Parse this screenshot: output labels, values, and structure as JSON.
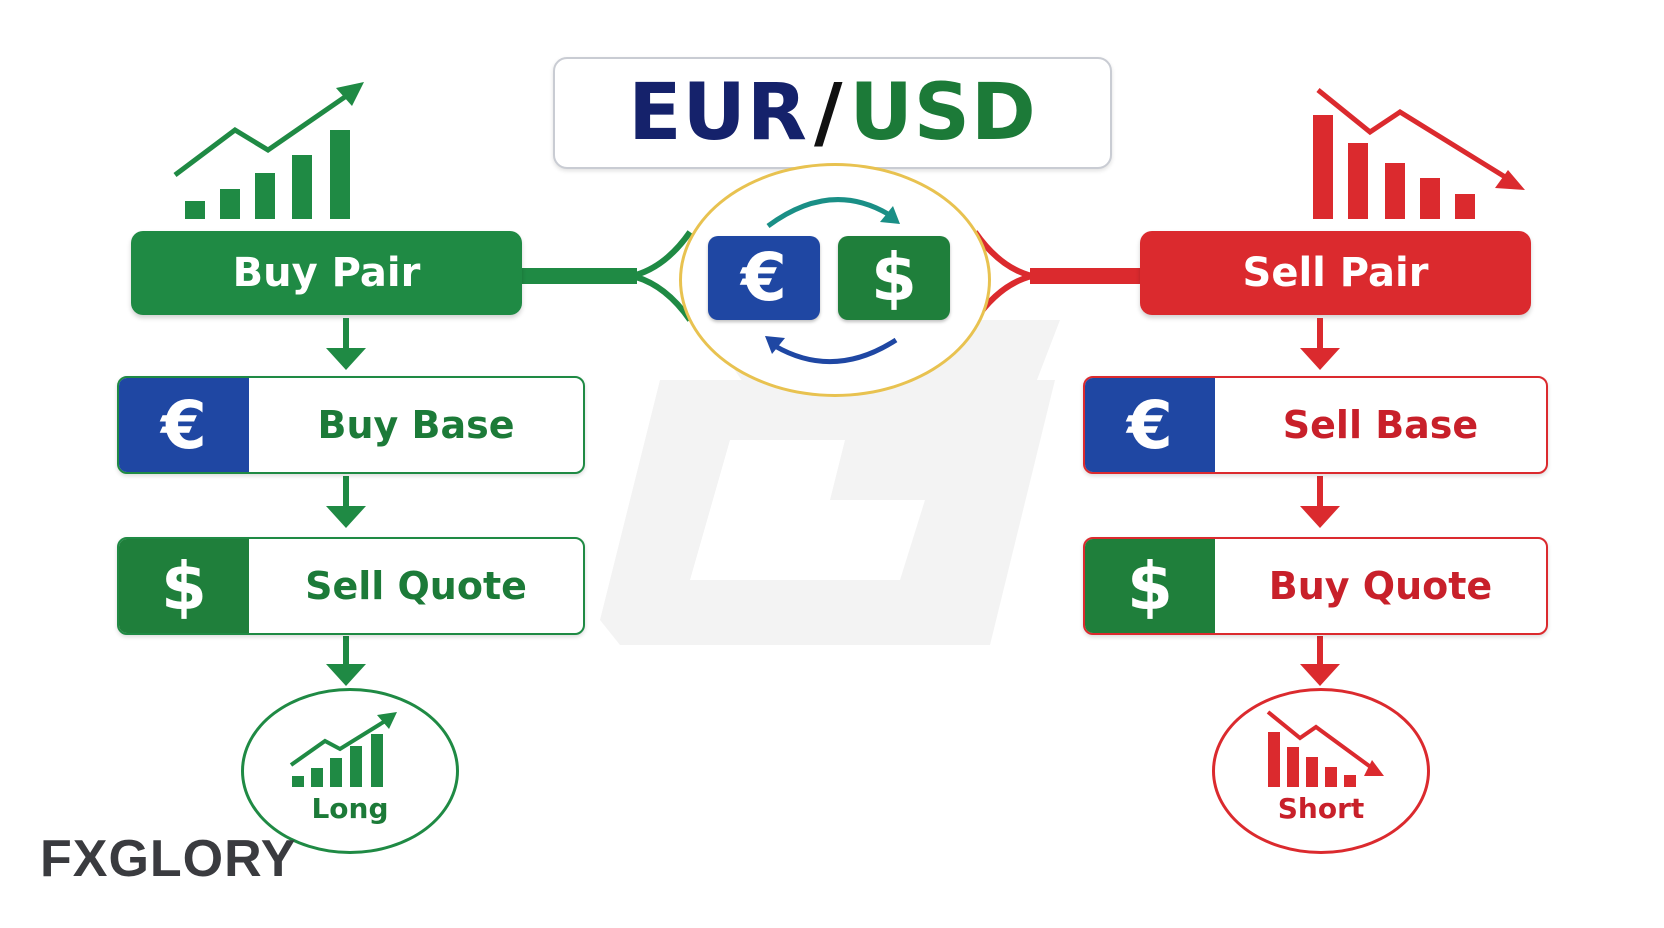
{
  "title": {
    "base": "EUR",
    "separator": "/",
    "quote": "USD"
  },
  "center": {
    "base_symbol": "€",
    "quote_symbol": "$"
  },
  "buy_side": {
    "header": "Buy Pair",
    "steps": [
      {
        "symbol": "€",
        "label": "Buy Base"
      },
      {
        "symbol": "$",
        "label": "Sell Quote"
      }
    ],
    "outcome": "Long",
    "color": "#1f8a44"
  },
  "sell_side": {
    "header": "Sell Pair",
    "steps": [
      {
        "symbol": "€",
        "label": "Sell Base"
      },
      {
        "symbol": "$",
        "label": "Buy Quote"
      }
    ],
    "outcome": "Short",
    "color": "#db2a2e"
  },
  "icons": {
    "uptrend": "rising-bar-chart-icon",
    "downtrend": "falling-bar-chart-icon",
    "arrow": "arrow-down-icon",
    "exchange": "circular-exchange-arrows-icon"
  },
  "watermark": "G",
  "brand": {
    "prefix": "FX",
    "suffix": "GLORY"
  }
}
